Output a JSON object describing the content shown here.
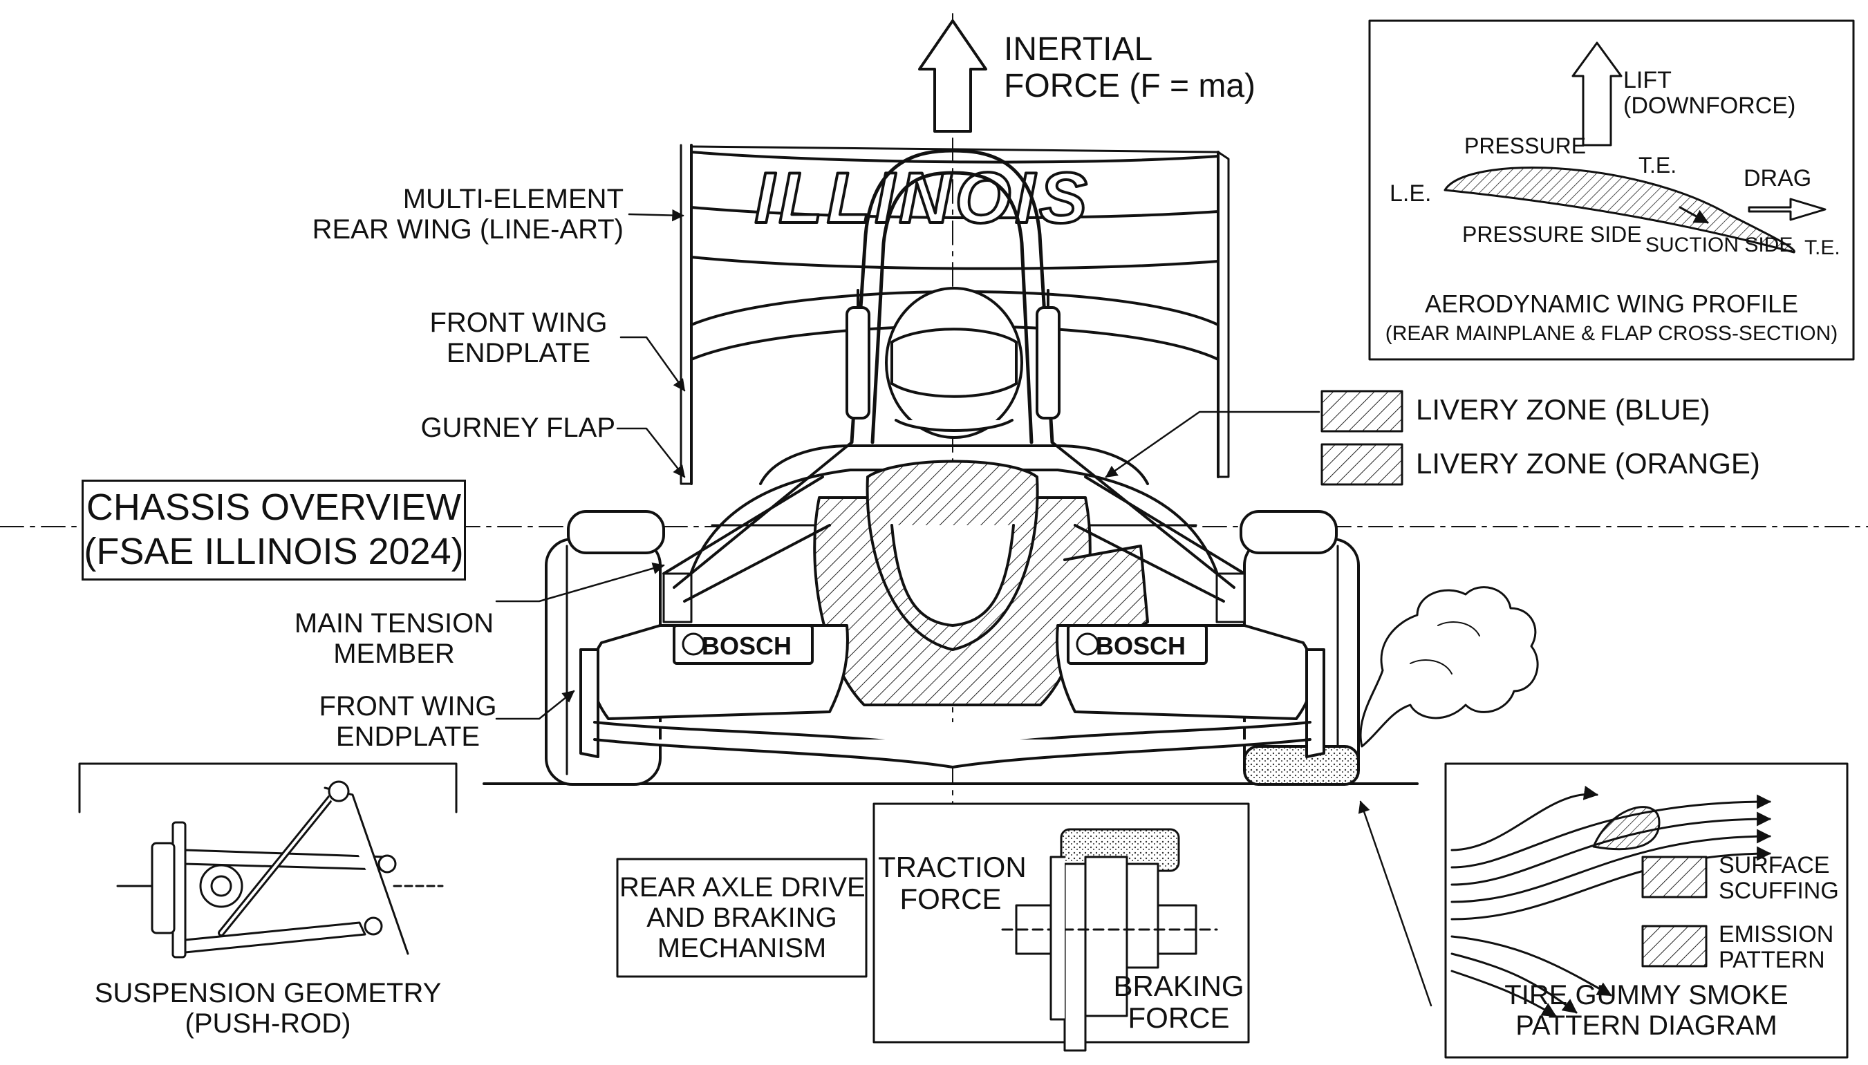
{
  "force_labels": {
    "inertial": [
      "INERTIAL",
      "FORCE (F = ma)"
    ],
    "traction": [
      "TRACTION",
      "FORCE"
    ],
    "braking": [
      "BRAKING",
      "FORCE"
    ]
  },
  "wing_text": "ILLINOIS",
  "sponsor": "BOSCH",
  "callouts": {
    "rear_wing": [
      "MULTI-ELEMENT",
      "REAR WING (LINE-ART)"
    ],
    "front_wing_endplate_upper": [
      "FRONT WING",
      "ENDPLATE"
    ],
    "gurney_flap": "GURNEY FLAP",
    "main_tension": [
      "MAIN TENSION",
      "MEMBER"
    ],
    "front_wing_endplate_lower": [
      "FRONT WING",
      "ENDPLATE"
    ]
  },
  "title_box": [
    "CHASSIS OVERVIEW",
    "(FSAE ILLINOIS 2024)"
  ],
  "legend": [
    {
      "label": "LIVERY ZONE (BLUE)"
    },
    {
      "label": "LIVERY ZONE (ORANGE)"
    }
  ],
  "aero_inset": {
    "lift": [
      "LIFT",
      "(DOWNFORCE)"
    ],
    "pressure": "PRESSURE",
    "te_top": "T.E.",
    "drag": "DRAG",
    "le": "L.E.",
    "pressure_side": "PRESSURE SIDE",
    "suction_side": "SUCTION SIDE",
    "te_right": "T.E.",
    "title": [
      "AERODYNAMIC WING PROFILE",
      "(REAR MAINPLANE & FLAP CROSS-SECTION)"
    ]
  },
  "suspension_inset": {
    "caption": [
      "SUSPENSION GEOMETRY",
      "(PUSH-ROD)"
    ]
  },
  "rear_axle_label": [
    "REAR AXLE DRIVE",
    "AND BRAKING",
    "MECHANISM"
  ],
  "tire_inset": {
    "legend": [
      {
        "label": [
          "SURFACE",
          "SCUFFING"
        ]
      },
      {
        "label": [
          "EMISSION",
          "PATTERN"
        ]
      }
    ],
    "caption": [
      "TIRE GUMMY SMOKE",
      "PATTERN DIAGRAM"
    ]
  }
}
